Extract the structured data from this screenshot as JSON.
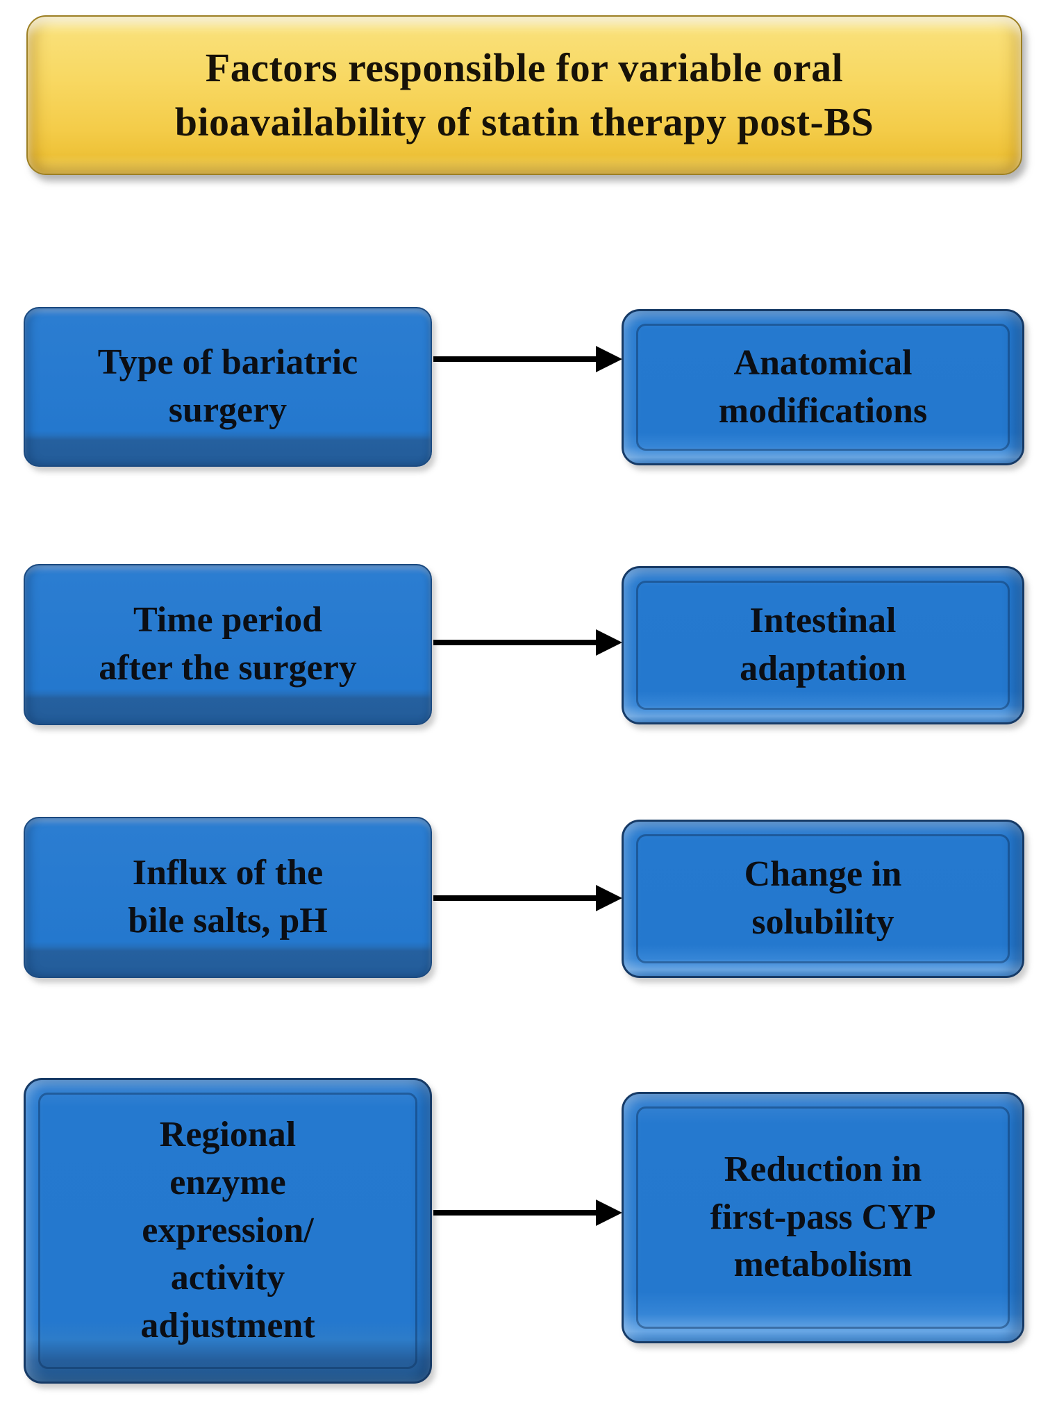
{
  "title": {
    "text": "Factors responsible for variable oral\nbioavailability of statin therapy post-BS"
  },
  "rows": [
    {
      "cause": "Type of bariatric\nsurgery",
      "effect": "Anatomical\nmodifications"
    },
    {
      "cause": "Time period\nafter the surgery",
      "effect": "Intestinal\nadaptation"
    },
    {
      "cause": "Influx of the\nbile salts, pH",
      "effect": "Change in\nsolubility"
    },
    {
      "cause": "Regional\nenzyme\nexpression/\nactivity\nadjustment",
      "effect": "Reduction in\nfirst-pass CYP\nmetabolism"
    }
  ],
  "colors": {
    "box_fill": "#2478CE",
    "box_dark_edge": "#235C99",
    "box_border": "#163A66",
    "header_top": "#F9DF76",
    "header_bottom": "#EEC238",
    "header_border": "#9C7F24",
    "arrow": "#000000",
    "text": "#0B0E14"
  }
}
